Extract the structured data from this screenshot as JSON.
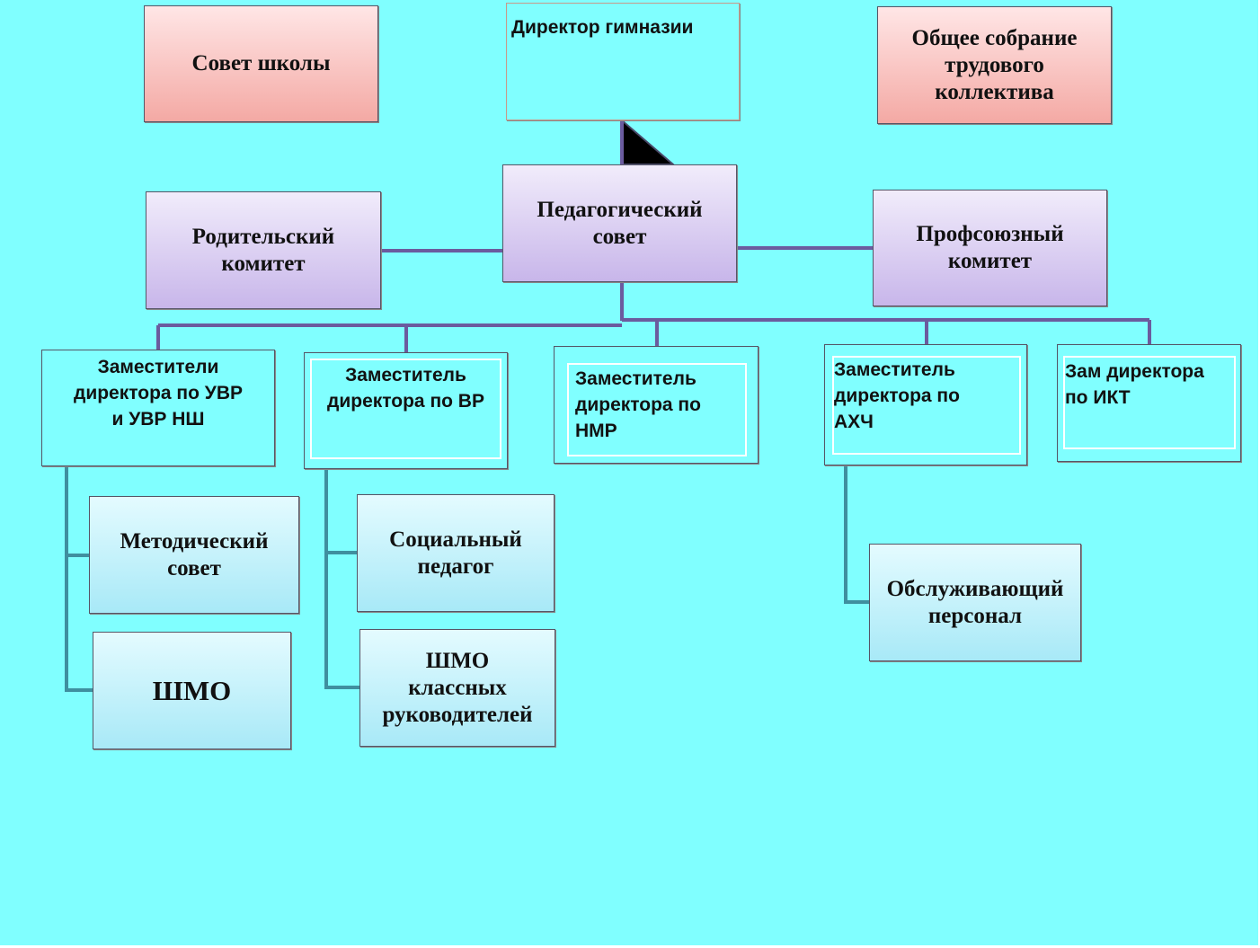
{
  "boxes": {
    "school_council": "Совет школы",
    "director": "Директор гимназии",
    "general_meeting": "Общее собрание\nтрудового\nколлектива",
    "parent_committee": "Родительский\nкомитет",
    "pedagogical_council": "Педагогический\nсовет",
    "trade_union": "Профсоюзный\nкомитет",
    "deputy_uvr": "Заместители\nдиректора по УВР\nи  УВР НШ",
    "deputy_vr": "Заместитель\nдиректора по ВР",
    "deputy_nmr": "Заместитель\nдиректора по\nНМР",
    "deputy_ahch": "Заместитель\nдиректора по\n    АХЧ",
    "deputy_ikt": "Зам директора\nпо ИКТ",
    "methodical_council": "Методический\nсовет",
    "shmo": "ШМО",
    "social_pedagogue": "Социальный\nпедагог",
    "shmo_class": "ШМО\nклассных\nруководителей",
    "service_staff": "Обслуживающий\nперсонал"
  },
  "colors": {
    "background": "#80ffff",
    "connector_main": "#6b5b9e",
    "connector_branch": "#3f8f9f",
    "governance_box": "#f4a9a4",
    "council_box": "#c8b6ea",
    "unit_box": "#a8e9f7"
  }
}
